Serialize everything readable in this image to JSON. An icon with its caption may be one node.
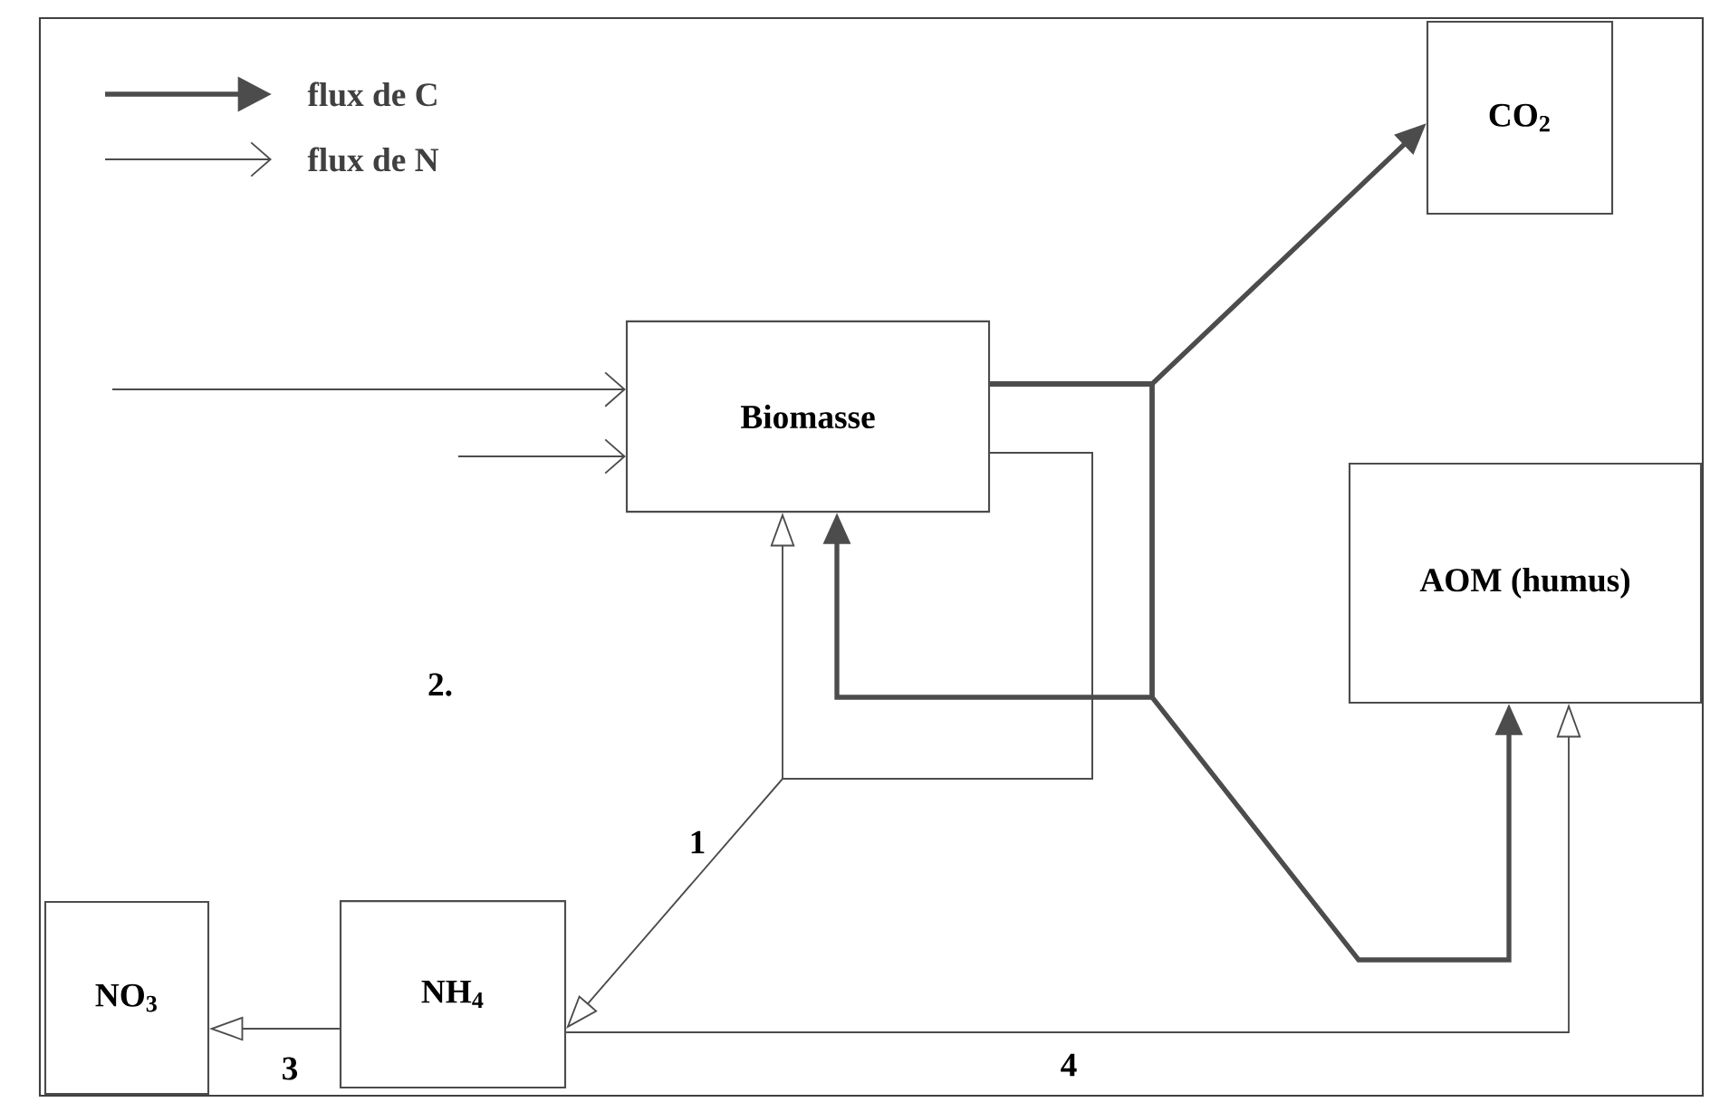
{
  "diagram": {
    "nodes": [
      {
        "text": [
          "Biomasse"
        ]
      },
      {
        "text": [
          "CO$_{2}$"
        ]
      },
      {
        "text": [
          "AOM (humus)"
        ]
      },
      {
        "text": [
          "NO$_{3}$"
        ]
      },
      {
        "text": [
          "NH$_{4}$"
        ]
      }
    ],
    "edges": [
      {
        "from": null,
        "to": 0,
        "arrow": "to"
      },
      {
        "from": null,
        "to": 0,
        "arrow": "to"
      },
      {
        "from": 0,
        "to": 1,
        "arrow": "to",
        "style": "thick"
      },
      {
        "from": 0,
        "to": 0,
        "arrow": "to",
        "style": "thick"
      },
      {
        "from": 0,
        "to": 2,
        "arrow": "to",
        "style": "thick"
      },
      {
        "from": 0,
        "to": 0,
        "arrow": "to"
      },
      {
        "from": 0,
        "to": 4,
        "arrow": "to",
        "label": "1"
      },
      {
        "from": 4,
        "to": 3,
        "arrow": "to",
        "label": "3"
      },
      {
        "from": 4,
        "to": 2,
        "arrow": "to",
        "label": "4"
      }
    ],
    "labels": [
      "2."
    ],
    "legend": [
      {
        "text": "flux de C"
      },
      {
        "text": "flux de N"
      }
    ]
  }
}
